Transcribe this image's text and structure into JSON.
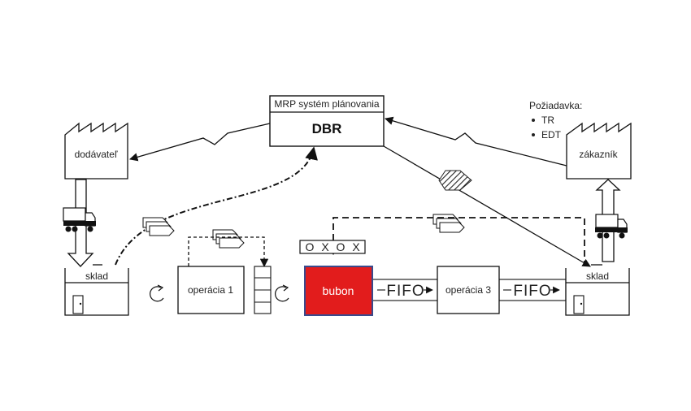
{
  "mrp": {
    "title": "MRP systém plánovania",
    "label": "DBR"
  },
  "demand": {
    "title": "Požiadavka:",
    "items": [
      "TR",
      "EDT"
    ]
  },
  "supplier": {
    "label": "dodávateľ"
  },
  "customer": {
    "label": "zákazník"
  },
  "warehouse_left": {
    "label": "sklad"
  },
  "warehouse_right": {
    "label": "sklad"
  },
  "operation1": {
    "label": "operácia 1"
  },
  "drum": {
    "label": "bubon",
    "color": "#e21c1c",
    "border": "#3a4a8c"
  },
  "operation3": {
    "label": "operácia 3"
  },
  "buffer_marks": [
    "O",
    "X",
    "O",
    "X"
  ],
  "fifo_labels": [
    "FIFO",
    "FIFO"
  ]
}
